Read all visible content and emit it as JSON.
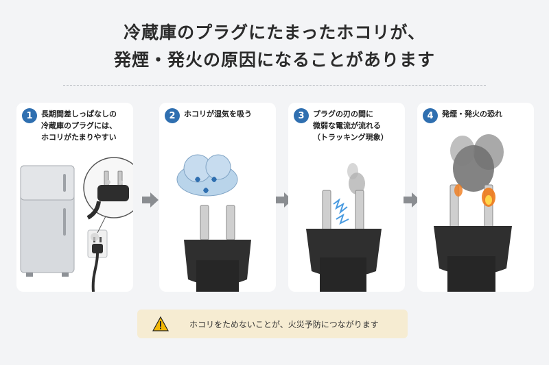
{
  "title": {
    "line1": "冷蔵庫のプラグにたまったホコリが、",
    "line2": "発煙・発火の原因になることがあります"
  },
  "steps": [
    {
      "num": "1",
      "caption": "長期間差しっぱなしの\n冷蔵庫のプラグには、\nホコリがたまりやすい"
    },
    {
      "num": "2",
      "caption": "ホコリが湿気を吸う"
    },
    {
      "num": "3",
      "caption": "プラグの刃の間に\n微弱な電流が流れる\n（トラッキング現象）"
    },
    {
      "num": "4",
      "caption": "発煙・発火の恐れ"
    }
  ],
  "warning": {
    "text": "ホコリをためないことが、火災予防につながります",
    "icon": "warning-triangle-icon"
  },
  "colors": {
    "step_badge": "#2f6fb0",
    "warning_bg": "#f6ecd2",
    "warning_icon": "#f2b705",
    "arrow": "#8a8d91"
  }
}
